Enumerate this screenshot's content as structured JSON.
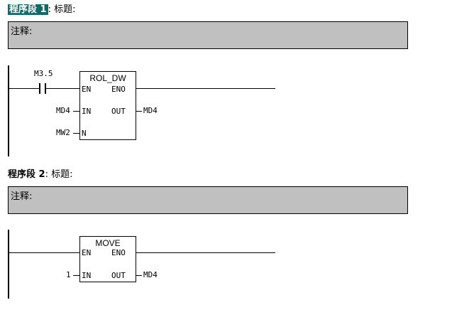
{
  "network1": {
    "label_hl": "程序段 1",
    "title_suffix": ": 标题:",
    "comment_label": "注释:",
    "contact_address": "M3.5",
    "block": {
      "name": "ROL_DW",
      "pins": {
        "en": "EN",
        "eno": "ENO",
        "in": "IN",
        "out": "OUT",
        "n": "N"
      }
    },
    "in_operand": "MD4",
    "n_operand": "MW2",
    "out_operand": "MD4"
  },
  "network2": {
    "label": "程序段 2",
    "title_suffix": ": 标题:",
    "comment_label": "注释:",
    "block": {
      "name": "MOVE",
      "pins": {
        "en": "EN",
        "eno": "ENO",
        "in": "IN",
        "out": "OUT"
      }
    },
    "in_operand": "1",
    "out_operand": "MD4"
  }
}
